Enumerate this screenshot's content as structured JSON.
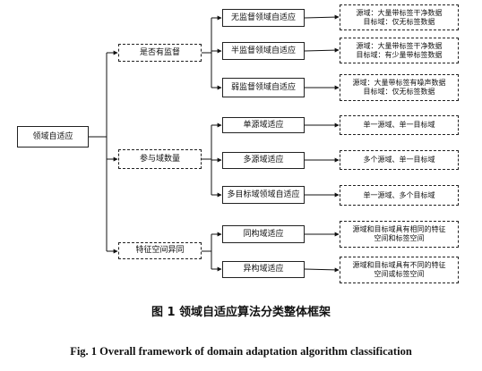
{
  "root": {
    "label": "领域自适应"
  },
  "categories": [
    {
      "label": "是否有监督",
      "methods": [
        {
          "label": "无监督领域自适应",
          "desc": [
            "源域：大量带标签干净数据",
            "目标域：仅无标签数据"
          ]
        },
        {
          "label": "半监督领域自适应",
          "desc": [
            "源域：大量带标签干净数据",
            "目标域：有少量带标签数据"
          ]
        },
        {
          "label": "弱监督领域自适应",
          "desc": [
            "源域：大量带标签有噪声数据",
            "目标域：仅无标签数据"
          ]
        }
      ]
    },
    {
      "label": "参与域数量",
      "methods": [
        {
          "label": "单源域适应",
          "desc": [
            "单一源域、单一目标域"
          ]
        },
        {
          "label": "多源域适应",
          "desc": [
            "多个源域、单一目标域"
          ]
        },
        {
          "label": "多目标域领域自适应",
          "desc": [
            "单一源域、多个目标域"
          ]
        }
      ]
    },
    {
      "label": "特征空间异同",
      "methods": [
        {
          "label": "同构域适应",
          "desc": [
            "源域和目标域具有相同的特征",
            "空间和标签空间"
          ]
        },
        {
          "label": "异构域适应",
          "desc": [
            "源域和目标域具有不同的特征",
            "空间或标签空间"
          ]
        }
      ]
    }
  ],
  "caption": {
    "chinese": "图 1 领域自适应算法分类整体框架",
    "english": "Fig. 1 Overall framework of domain adaptation algorithm classification"
  }
}
